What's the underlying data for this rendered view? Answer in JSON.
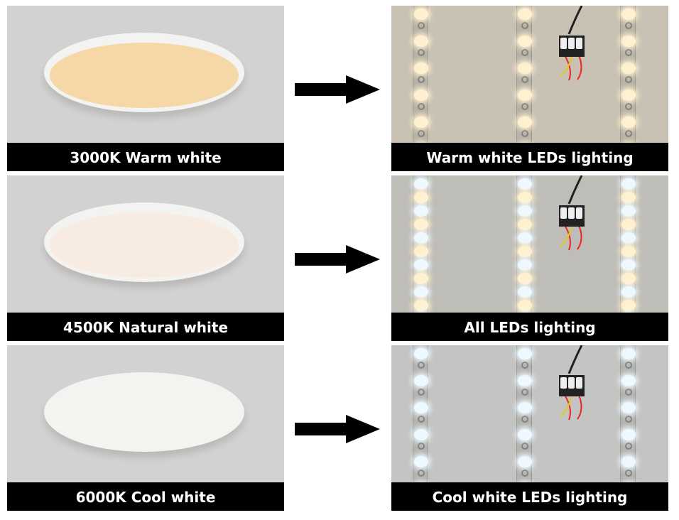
{
  "rows": [
    {
      "left_label": "3000K Warm white",
      "right_label": "Warm white LEDs lighting",
      "face_color": "#f6d8a8",
      "bg": "#c9c2b4",
      "led_pattern": [
        "warm"
      ]
    },
    {
      "left_label": "4500K Natural white",
      "right_label": "All LEDs lighting",
      "face_color": "#f8ece2",
      "bg": "#bfbdb7",
      "led_pattern": [
        "cool",
        "warm"
      ]
    },
    {
      "left_label": "6000K Cool white",
      "right_label": "Cool white LEDs lighting",
      "face_color": "#f5f4f1",
      "bg": "#c4c5c3",
      "led_pattern": [
        "cool"
      ]
    }
  ],
  "colors": {
    "warm": "#fff1d0",
    "cool": "#eef8ff",
    "label_bg": "#000000",
    "arrow": "#000000"
  }
}
